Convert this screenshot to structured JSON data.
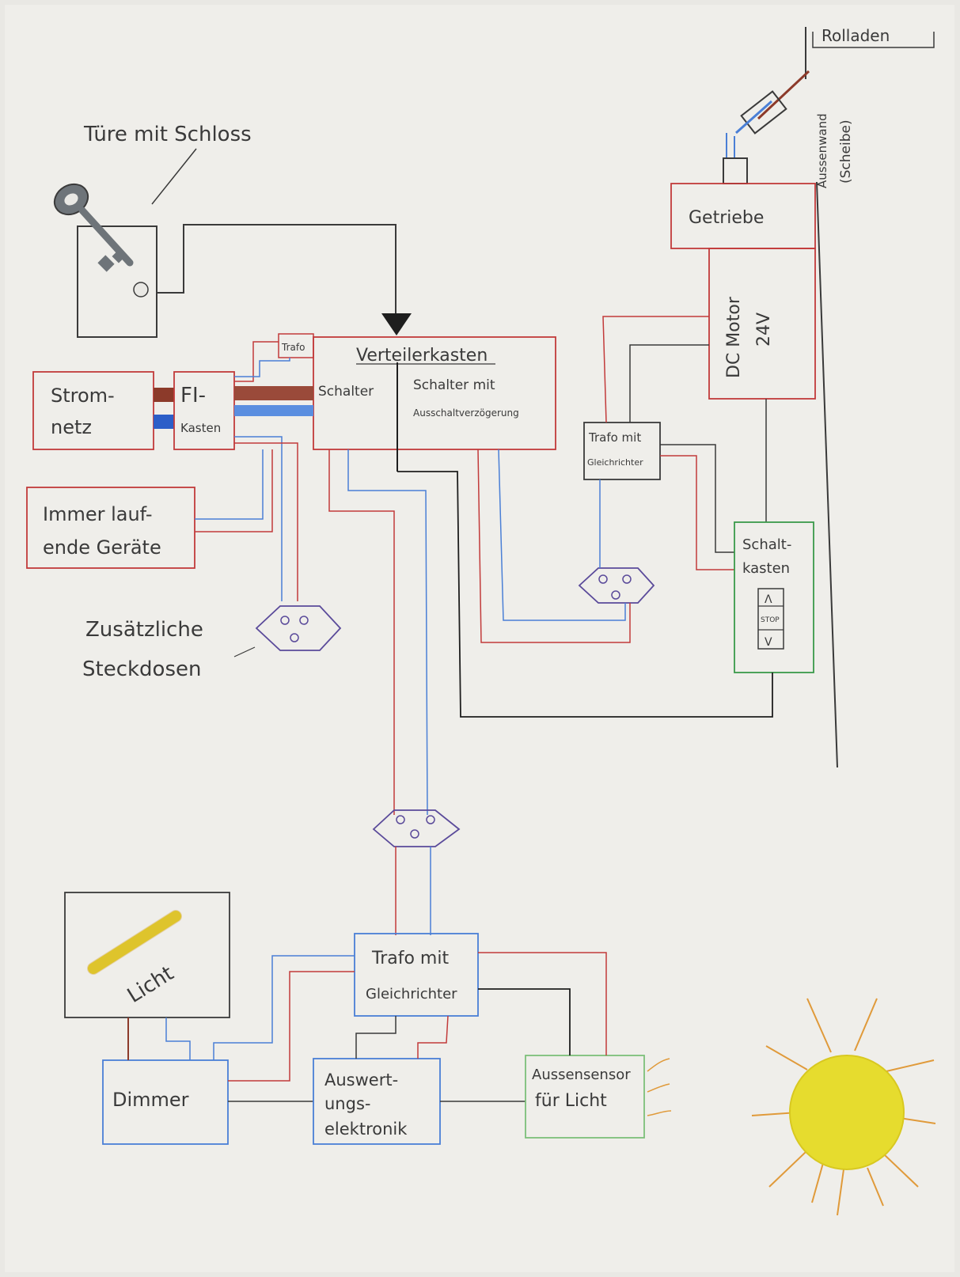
{
  "labels": {
    "rolladen": "Rolladen",
    "aussenwand": "Aussenwand",
    "scheibe": "(Scheibe)",
    "tuere": "Türe mit Schloss",
    "getriebe": "Getriebe",
    "dc_motor": "DC Motor",
    "volt": "24V",
    "verteilerkasten": "Verteilerkasten",
    "trafo_small": "Trafo",
    "schalter": "Schalter",
    "schalter_mit": "Schalter mit",
    "ausschalt": "Ausschaltverzögerung",
    "strom_1": "Strom-",
    "strom_2": "netz",
    "fi_1": "FI-",
    "fi_2": "Kasten",
    "trafo_gl_1": "Trafo mit",
    "trafo_gl_2": "Gleichrichter",
    "schaltkasten_1": "Schalt-",
    "schaltkasten_2": "kasten",
    "btn_up": "Λ",
    "btn_stop": "STOP",
    "btn_down": "V",
    "immer_1": "Immer lauf-",
    "immer_2": "ende Geräte",
    "zusatz_1": "Zusätzliche",
    "zusatz_2": "Steckdosen",
    "licht": "Licht",
    "trafo_main_1": "Trafo mit",
    "trafo_main_2": "Gleichrichter",
    "dimmer": "Dimmer",
    "ausw_1": "Auswert-",
    "ausw_2": "ungs-",
    "ausw_3": "elektronik",
    "sensor_1": "Aussensensor",
    "sensor_2": "für Licht"
  },
  "colors": {
    "paper": "#e9e8e4",
    "pencil": "#3a3a3a",
    "red": "#c23a3a",
    "blue": "#4a7fd6",
    "brown": "#8c3a2a",
    "green": "#7cc07a",
    "purple": "#5a4a9a",
    "yellow": "#e6dc2e",
    "orange": "#e09a3a"
  }
}
